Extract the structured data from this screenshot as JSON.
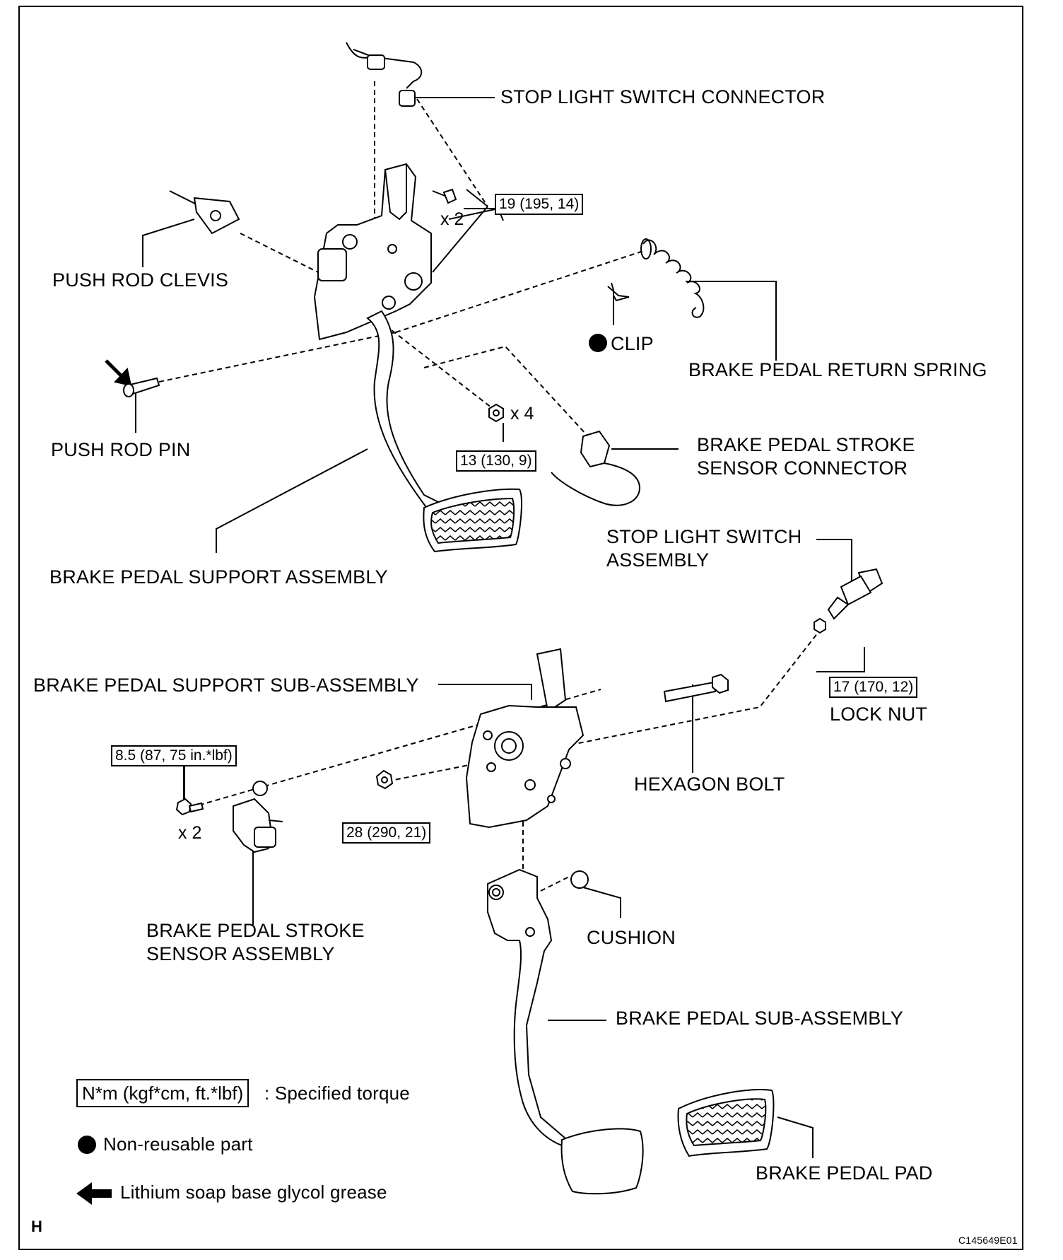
{
  "labels": {
    "stop_light_switch_connector": "STOP LIGHT SWITCH CONNECTOR",
    "push_rod_clevis": "PUSH ROD CLEVIS",
    "clip": "CLIP",
    "brake_pedal_return_spring": "BRAKE PEDAL RETURN SPRING",
    "push_rod_pin": "PUSH ROD PIN",
    "brake_pedal_stroke_sensor_connector_l1": "BRAKE PEDAL STROKE",
    "brake_pedal_stroke_sensor_connector_l2": "SENSOR CONNECTOR",
    "brake_pedal_support_assembly": "BRAKE PEDAL SUPPORT ASSEMBLY",
    "stop_light_switch_assembly_l1": "STOP LIGHT SWITCH",
    "stop_light_switch_assembly_l2": "ASSEMBLY",
    "brake_pedal_support_sub_assembly": "BRAKE PEDAL SUPPORT SUB-ASSEMBLY",
    "lock_nut": "LOCK NUT",
    "hexagon_bolt": "HEXAGON BOLT",
    "brake_pedal_stroke_sensor_assembly_l1": "BRAKE PEDAL STROKE",
    "brake_pedal_stroke_sensor_assembly_l2": "SENSOR ASSEMBLY",
    "cushion": "CUSHION",
    "brake_pedal_sub_assembly": "BRAKE PEDAL SUB-ASSEMBLY",
    "brake_pedal_pad": "BRAKE PEDAL PAD"
  },
  "torques": {
    "t19": "19 (195, 14)",
    "t13": "13 (130, 9)",
    "t17": "17 (170, 12)",
    "t8_5": "8.5 (87, 75 in.*lbf)",
    "t28": "28 (290, 21)"
  },
  "quantities": {
    "x2_top": "x 2",
    "x4": "x 4",
    "x2_bottom": "x 2"
  },
  "legend": {
    "torque_box": "N*m (kgf*cm, ft.*lbf)",
    "torque_text": ": Specified torque",
    "nonreusable_text": "Non-reusable part",
    "grease_text": "Lithium soap base glycol grease"
  },
  "corner": {
    "left": "H",
    "right": "C145649E01"
  }
}
